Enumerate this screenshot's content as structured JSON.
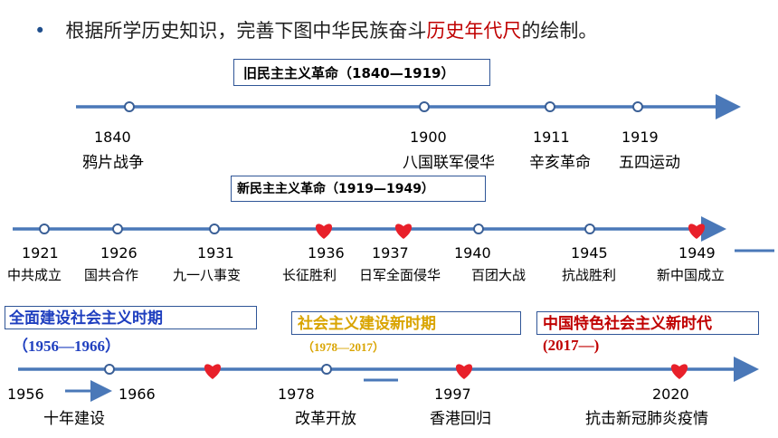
{
  "title": {
    "prefix": "根据所学历史知识，完善下图中华民族奋斗",
    "highlight": "历史年代尺",
    "suffix": "的绘制。",
    "highlight_color": "#c00000"
  },
  "eras": {
    "old_democratic": "旧民主主义革命（1840—1919）",
    "new_democratic": "新民主主义革命（1919—1949）",
    "socialist_construction": "全面建设社会主义时期",
    "socialist_construction_years": "（1956—1966）",
    "new_period": "社会主义建设新时期",
    "new_period_years": "（1978—2017）",
    "new_era": "中国特色社会主义新时代",
    "new_era_years": "(2017—)"
  },
  "timeline1": {
    "events": [
      {
        "year": "1840",
        "label": "鸦片战争"
      },
      {
        "year": "1900",
        "label": "八国联军侵华"
      },
      {
        "year": "1911",
        "label": "辛亥革命"
      },
      {
        "year": "1919",
        "label": "五四运动"
      }
    ]
  },
  "timeline2": {
    "events": [
      {
        "year": "1921",
        "label": "中共成立"
      },
      {
        "year": "1926",
        "label": "国共合作"
      },
      {
        "year": "1931",
        "label": "九一八事变"
      },
      {
        "year": "1936",
        "label": "长征胜利"
      },
      {
        "year": "1937",
        "label": "日军全面侵华"
      },
      {
        "year": "1940",
        "label": "百团大战"
      },
      {
        "year": "1945",
        "label": "抗战胜利"
      },
      {
        "year": "1949",
        "label": "新中国成立"
      }
    ]
  },
  "timeline3": {
    "events": [
      {
        "year": "1956",
        "label": "十年建设"
      },
      {
        "year": "1966",
        "label": ""
      },
      {
        "year": "1978",
        "label": "改革开放"
      },
      {
        "year": "1997",
        "label": "香港回归"
      },
      {
        "year": "2020",
        "label": "抗击新冠肺炎疫情"
      }
    ]
  },
  "colors": {
    "line": "#4a78b8",
    "heart": "#e8202a",
    "dot": "#3a5f96"
  }
}
